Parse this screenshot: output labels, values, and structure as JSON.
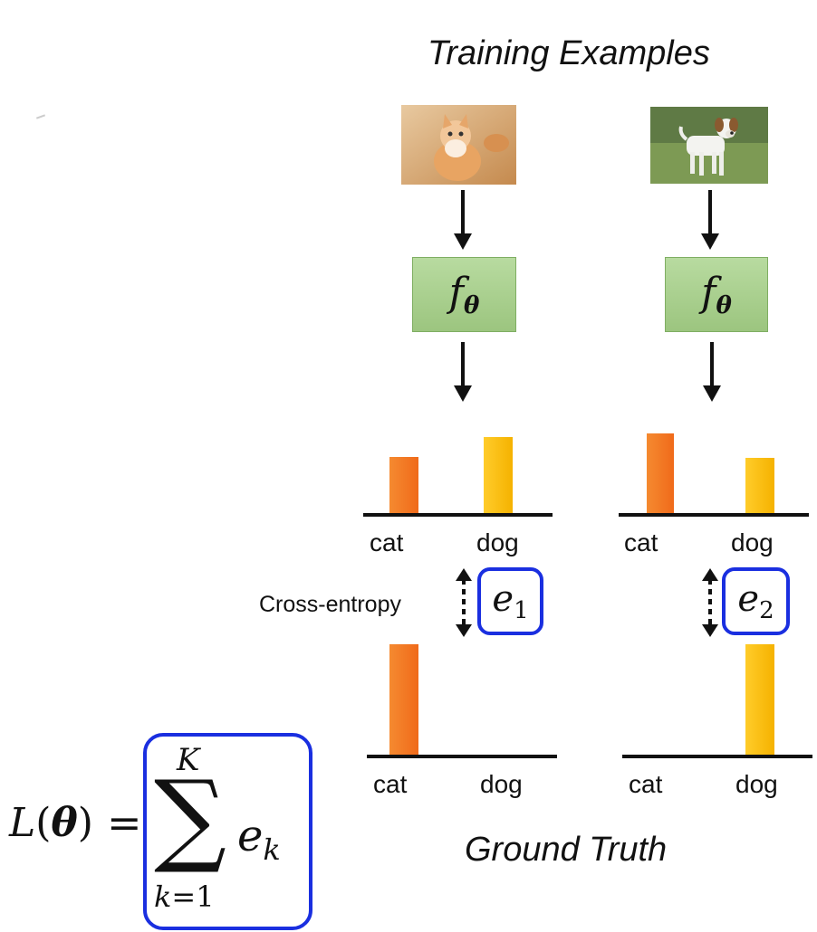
{
  "title": "Training Examples",
  "ground_truth_label": "Ground Truth",
  "model_symbol": "f",
  "model_subscript": "θ",
  "cross_entropy_label": "Cross-entropy",
  "error_symbol": "e",
  "examples": [
    {
      "image_icon": "cat-photo",
      "error_index": "1",
      "prediction": {
        "cat": 0.65,
        "dog": 0.95
      },
      "ground_truth": {
        "cat": 1.0,
        "dog": 0.0
      },
      "categories": [
        "cat",
        "dog"
      ]
    },
    {
      "image_icon": "dog-photo",
      "error_index": "2",
      "prediction": {
        "cat": 1.0,
        "dog": 0.7
      },
      "ground_truth": {
        "cat": 0.0,
        "dog": 1.0
      },
      "categories": [
        "cat",
        "dog"
      ]
    }
  ],
  "loss": {
    "lhs": "L(θ)",
    "equals": "=",
    "sum_symbol": "∑",
    "upper": "K",
    "lower": "k=1",
    "term": "e",
    "term_sub": "k"
  },
  "colors": {
    "box_border": "#1a2fe0",
    "model_box": "#a9d18e",
    "cat_bar": "#f07522",
    "dog_bar": "#fbbf14"
  }
}
